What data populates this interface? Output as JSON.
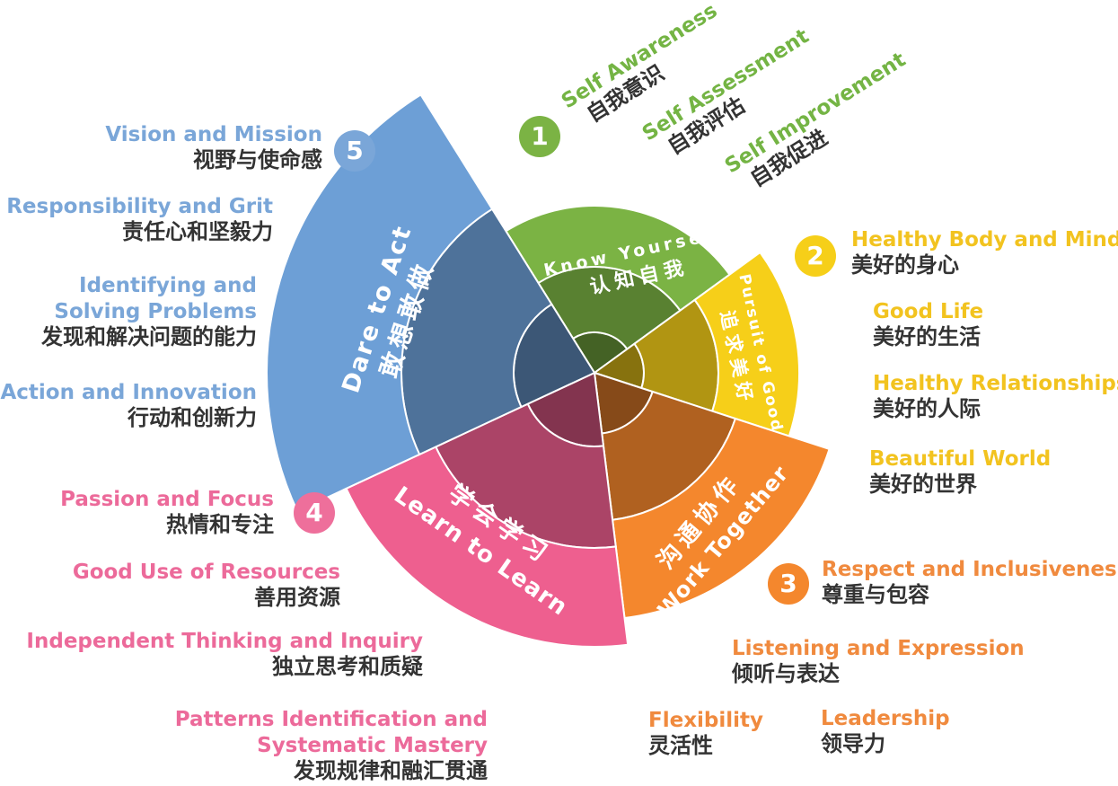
{
  "colors": {
    "green": "#7bb344",
    "yellow": "#f6cf19",
    "orange": "#f4872d",
    "pink": "#ee5f8f",
    "blue": "#6d9fd6",
    "label_green": "#74b444",
    "label_yellow": "#f2c31f",
    "label_orange": "#f08a3e",
    "label_pink": "#ec6a9a",
    "label_blue": "#7aa6d8"
  },
  "sectors": [
    {
      "en": "Know Yourself",
      "zh": "认知自我",
      "color": "#7bb344"
    },
    {
      "en": "Pursuit of Good",
      "zh": "追求美好",
      "color": "#f6cf19"
    },
    {
      "en": "Work Together",
      "zh": "沟通协作",
      "color": "#f4872d"
    },
    {
      "en": "Learn to Learn",
      "zh": "学会学习",
      "color": "#ee5f8f"
    },
    {
      "en": "Dare to Act",
      "zh": "敢想敢做",
      "color": "#6d9fd6"
    }
  ],
  "groups": {
    "g1": {
      "number": "1",
      "items": [
        {
          "en": "Self Awareness",
          "zh": "自我意识"
        },
        {
          "en": "Self Assessment",
          "zh": "自我评估"
        },
        {
          "en": "Self Improvement",
          "zh": "自我促进"
        }
      ]
    },
    "g2": {
      "number": "2",
      "items": [
        {
          "en": "Healthy Body and Mind",
          "zh": "美好的身心"
        },
        {
          "en": "Good Life",
          "zh": "美好的生活"
        },
        {
          "en": "Healthy Relationships",
          "zh": "美好的人际"
        },
        {
          "en": "Beautiful World",
          "zh": "美好的世界"
        }
      ]
    },
    "g3": {
      "number": "3",
      "items": [
        {
          "en": "Respect and Inclusiveness",
          "zh": "尊重与包容"
        },
        {
          "en": "Listening and Expression",
          "zh": "倾听与表达"
        },
        {
          "en": "Flexibility",
          "zh": "灵活性"
        },
        {
          "en": "Leadership",
          "zh": "领导力"
        }
      ]
    },
    "g4": {
      "number": "4",
      "items": [
        {
          "en": "Passion and Focus",
          "zh": "热情和专注"
        },
        {
          "en": "Good Use of Resources",
          "zh": "善用资源"
        },
        {
          "en": "Independent Thinking and Inquiry",
          "zh": "独立思考和质疑"
        },
        {
          "en1": "Patterns Identification and",
          "en2": "Systematic Mastery",
          "zh": "发现规律和融汇贯通"
        }
      ]
    },
    "g5": {
      "number": "5",
      "items": [
        {
          "en": "Vision and Mission",
          "zh": "视野与使命感"
        },
        {
          "en": "Responsibility and Grit",
          "zh": "责任心和坚毅力"
        },
        {
          "en1": "Identifying and",
          "en2": "Solving Problems",
          "zh": "发现和解决问题的能力"
        },
        {
          "en": "Action and Innovation",
          "zh": "行动和创新力"
        }
      ]
    }
  }
}
